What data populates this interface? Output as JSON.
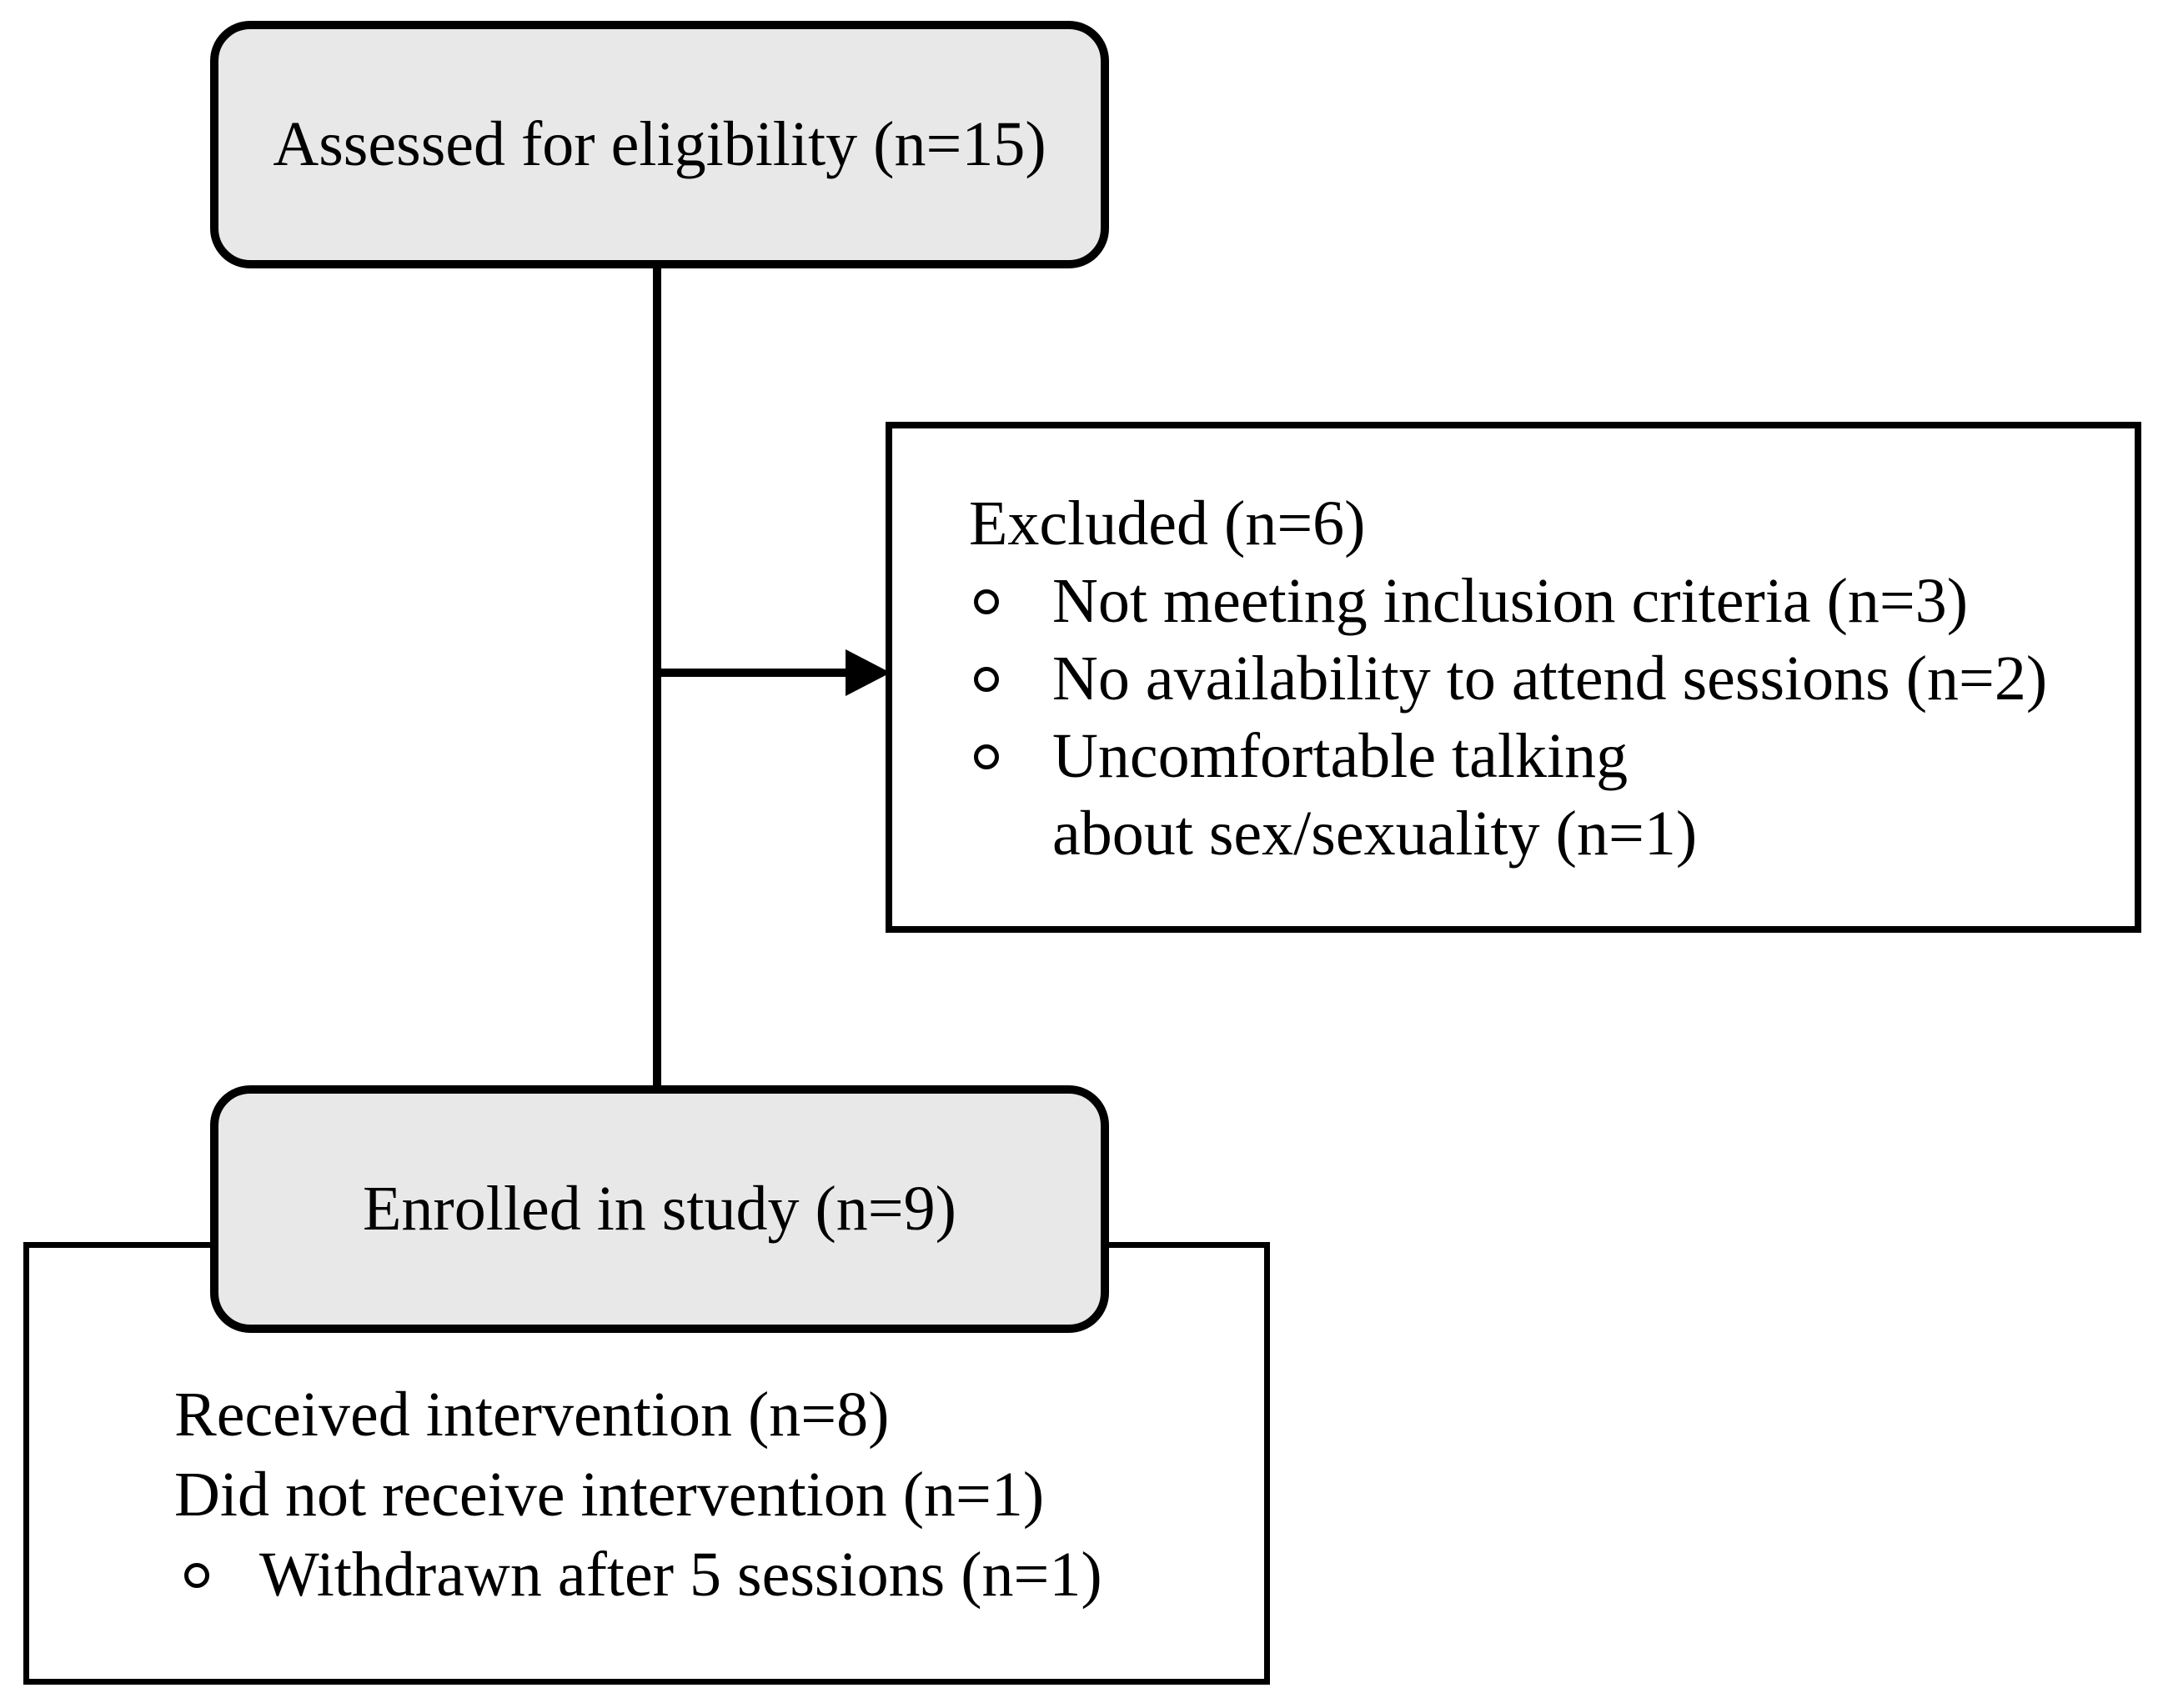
{
  "diagram": {
    "assessed": {
      "label": "Assessed for eligibility (n=15)"
    },
    "excluded": {
      "title": "Excluded (n=6)",
      "items": [
        "Not meeting inclusion criteria (n=3)",
        "No availability to attend sessions (n=2)",
        "Uncomfortable talking about sex/sexuality (n=1)"
      ]
    },
    "enrolled": {
      "label": "Enrolled in study (n=9)"
    },
    "intervention": {
      "lines": [
        "Received intervention (n=8)",
        "Did not receive intervention (n=1)"
      ],
      "items": [
        "Withdrawn after 5 sessions (n=1)"
      ]
    },
    "icons": {
      "bullet": "open-circle",
      "arrow": "right-arrowhead"
    },
    "colors": {
      "node_fill": "#e8e8e8",
      "line": "#000000",
      "text": "#000000",
      "background": "#ffffff"
    }
  }
}
